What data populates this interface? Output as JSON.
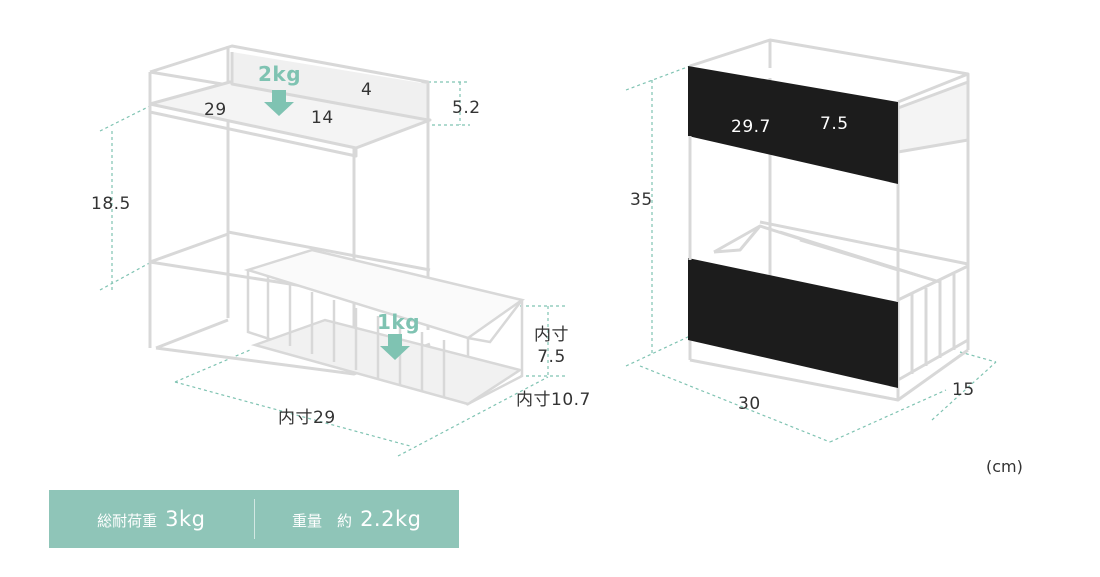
{
  "left_product": {
    "top_load": "2kg",
    "bottom_load": "1kg",
    "dim_width_top": "29",
    "dim_shelf_depth": "14",
    "dim_back_gap": "4",
    "dim_top_height": "5.2",
    "dim_tier_height": "18.5",
    "dim_inner_height_label": "内寸",
    "dim_inner_height_value": "7.5",
    "dim_drawer_depth": "内寸10.7",
    "dim_inner_width": "内寸29"
  },
  "right_product": {
    "dim_inner_width": "29.7",
    "dim_panel_height": "7.5",
    "dim_total_height": "35",
    "dim_width": "30",
    "dim_depth": "15"
  },
  "unit": "(cm)",
  "specs": [
    {
      "label": "総耐荷重",
      "value": "3kg"
    },
    {
      "label": "重量　約",
      "value": "2.2kg"
    }
  ],
  "colors": {
    "accent": "#8fc5b8",
    "arrow": "#7fc3b2",
    "panel": "#1c1c1c",
    "dimline": "#7fc3b2"
  }
}
